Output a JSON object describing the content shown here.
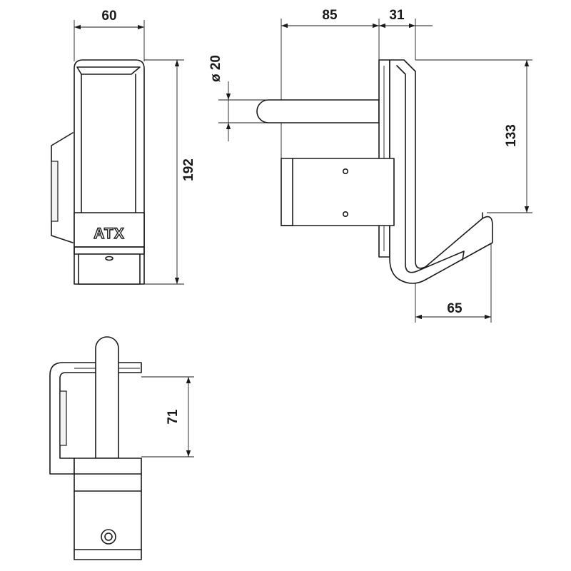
{
  "brand": {
    "logo_text": "ATX"
  },
  "dimensions": {
    "front_width": "60",
    "front_height": "192",
    "side_depth": "85",
    "side_plate": "31",
    "pin_diameter": "ø 20",
    "hook_height": "133",
    "hook_reach": "65",
    "top_pin_spacing": "71"
  }
}
